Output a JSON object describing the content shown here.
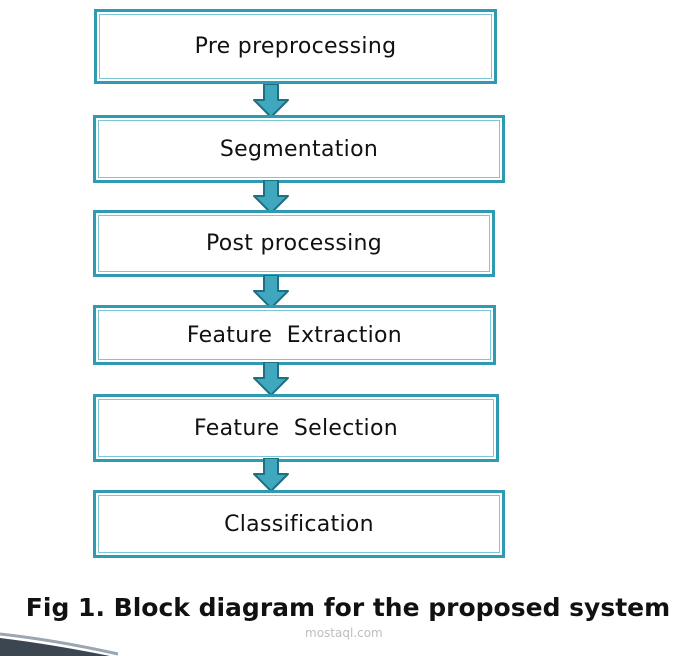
{
  "diagram": {
    "blocks": [
      {
        "label": "Pre preprocessing"
      },
      {
        "label": "Segmentation"
      },
      {
        "label": "Post processing"
      },
      {
        "label": "Feature  Extraction"
      },
      {
        "label": "Feature  Selection"
      },
      {
        "label": "Classification"
      }
    ],
    "colors": {
      "border": "#2f9bb3",
      "arrow_fill": "#3fa8be",
      "arrow_stroke": "#1f6f82"
    }
  },
  "caption": "Fig 1. Block diagram for the proposed system",
  "watermark": "mostaql.com"
}
